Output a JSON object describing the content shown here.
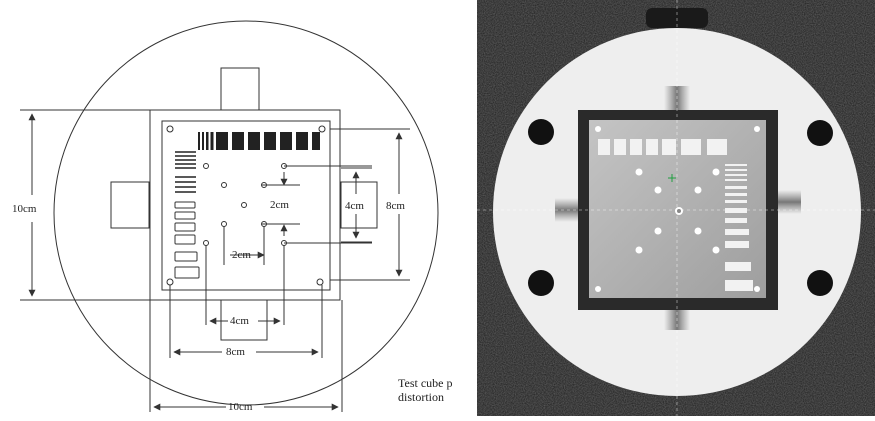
{
  "diagram": {
    "dimension_labels": {
      "outer_height": "10cm",
      "inner_height": "8cm",
      "block_height": "4cm",
      "outer_width": "10cm",
      "inner_width": "8cm",
      "block_width": "4cm",
      "hole_spacing_vertical": "2cm",
      "hole_spacing_horizontal": "2cm"
    },
    "caption_line1": "Test cube p",
    "caption_line2": "distortion"
  },
  "colors": {
    "line": "#333333",
    "mri_background": "#1a1a1a",
    "mri_disc": "#eeeeee",
    "mri_plate": "#b4b4b4",
    "crosshair": "#20a040"
  }
}
